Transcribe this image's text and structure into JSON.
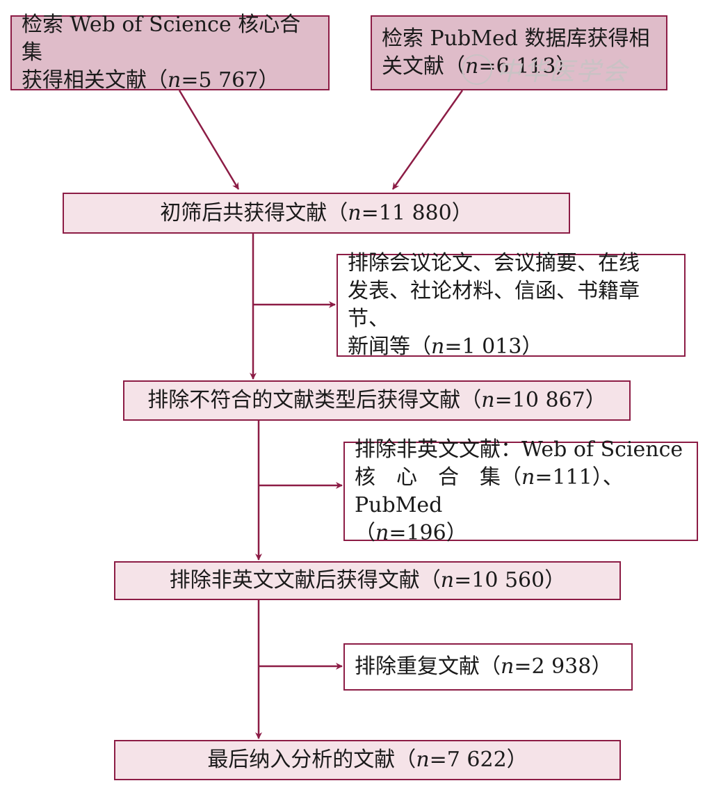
{
  "boxes": {
    "wos": {
      "line1": "检索 Web of Science 核心合集",
      "line2_pre": "获得相关文献（",
      "n_label": "n",
      "n_value": "=5 767",
      "close": "）"
    },
    "pubmed": {
      "line1": "检索 PubMed 数据库获得相",
      "line2_pre": "关文献（",
      "n_label": "n",
      "n_value": "=6 113",
      "close": "）"
    },
    "initial": {
      "pre": "初筛后共获得文献（",
      "n_label": "n",
      "n_value": "=11 880",
      "close": "）"
    },
    "excl_types": {
      "line1": "排除会议论文、会议摘要、在线",
      "line2": "发表、社论材料、信函、书籍章节、",
      "line3_pre": "新闻等（",
      "n_label": "n",
      "n_value": "=1 013",
      "close": "）"
    },
    "after_types": {
      "pre": "排除不符合的文献类型后获得文献（",
      "n_label": "n",
      "n_value": "=10 867",
      "close": "）"
    },
    "excl_lang": {
      "line1": "排除非英文文献：Web of Science",
      "line2_pre": "核　心　合　集（",
      "n_label": "n",
      "n_value_wos": "=111",
      "line2_post": "）、PubMed",
      "line3_pre": "（",
      "n_value_pubmed": "=196",
      "close": "）"
    },
    "after_lang": {
      "pre": "排除非英文文献后获得文献（",
      "n_label": "n",
      "n_value": "=10 560",
      "close": "）"
    },
    "excl_dup": {
      "pre": "排除重复文献（",
      "n_label": "n",
      "n_value": "=2 938",
      "close": "）"
    },
    "final": {
      "pre": "最后纳入分析的文献（",
      "n_label": "n",
      "n_value": "=7 622",
      "close": "）"
    }
  },
  "watermark": {
    "text": "中华医学会"
  },
  "colors": {
    "border": "#8c1c45",
    "arrow": "#8c1c45",
    "box_strong": "#dfbcc9",
    "box_light": "#f5e3e8",
    "box_white": "#ffffff"
  }
}
